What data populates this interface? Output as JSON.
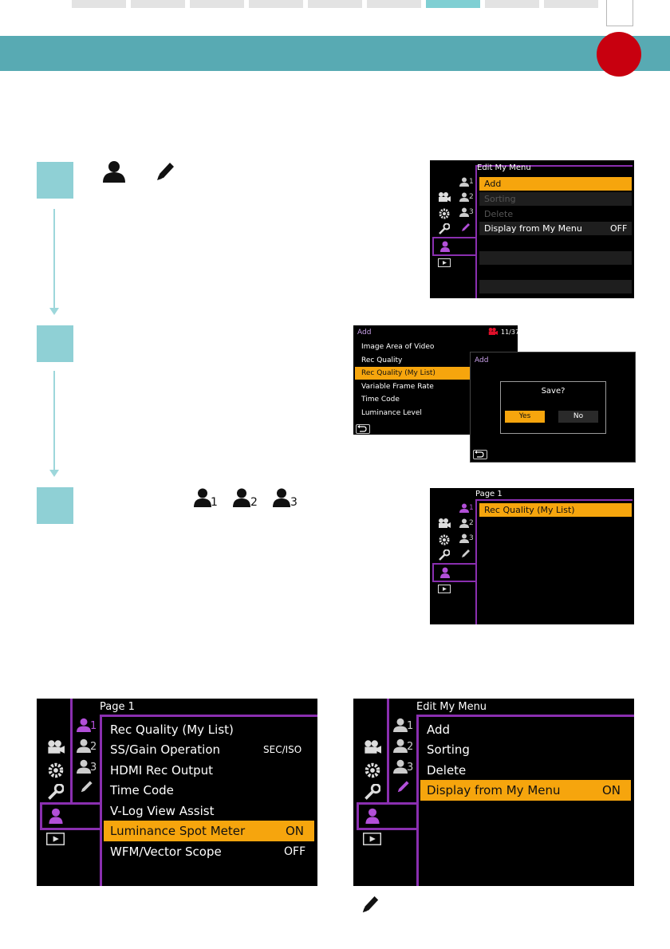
{
  "page": {
    "nav_tabs": 9,
    "active_tab_index": 6
  },
  "step1": {
    "screen": {
      "header": "Edit My Menu",
      "items": [
        {
          "label": "Add",
          "value": "",
          "state": "highlighted"
        },
        {
          "label": "Sorting",
          "value": "",
          "state": "disabled"
        },
        {
          "label": "Delete",
          "value": "",
          "state": "disabled"
        },
        {
          "label": "Display from My Menu",
          "value": "OFF",
          "state": "normal"
        }
      ],
      "sub_tabs": [
        "1",
        "2",
        "3"
      ]
    }
  },
  "step2": {
    "screen_a": {
      "header": "Add",
      "counter": "11/37",
      "items": [
        {
          "label": "Image Area of Video",
          "state": "normal"
        },
        {
          "label": "Rec Quality",
          "state": "normal"
        },
        {
          "label": "Rec Quality (My List)",
          "state": "highlighted"
        },
        {
          "label": "Variable Frame Rate",
          "state": "normal"
        },
        {
          "label": "Time Code",
          "state": "normal"
        },
        {
          "label": "Luminance Level",
          "state": "normal"
        }
      ]
    },
    "screen_b": {
      "header": "Add",
      "question": "Save?",
      "yes_label": "Yes",
      "no_label": "No"
    }
  },
  "step3": {
    "subscripts": [
      "1",
      "2",
      "3"
    ],
    "screen": {
      "header": "Page 1",
      "items": [
        {
          "label": "Rec Quality (My List)",
          "state": "highlighted"
        }
      ]
    }
  },
  "example_left": {
    "header": "Page 1",
    "sub_tabs": [
      "1",
      "2",
      "3"
    ],
    "items": [
      {
        "label": "Rec Quality (My List)",
        "value": ""
      },
      {
        "label": "SS/Gain Operation",
        "value": "SEC/ISO"
      },
      {
        "label": "HDMI Rec Output",
        "value": ""
      },
      {
        "label": "Time Code",
        "value": ""
      },
      {
        "label": "V-Log View Assist",
        "value": ""
      },
      {
        "label": "Luminance Spot Meter",
        "value": "ON"
      },
      {
        "label": "WFM/Vector Scope",
        "value": "OFF"
      }
    ],
    "highlight_index": 5
  },
  "example_right": {
    "header": "Edit My Menu",
    "sub_tabs": [
      "1",
      "2",
      "3"
    ],
    "items": [
      {
        "label": "Add",
        "value": ""
      },
      {
        "label": "Sorting",
        "value": ""
      },
      {
        "label": "Delete",
        "value": ""
      },
      {
        "label": "Display from My Menu",
        "value": "ON"
      }
    ],
    "highlight_index": 3
  },
  "icons": {
    "my_menu": "person-icon",
    "edit": "pencil-icon",
    "movie": "movie-camera-icon",
    "settings": "gear-icon",
    "custom": "wrench-icon",
    "playback": "playback-icon",
    "back": "back-arrow-icon"
  },
  "colors": {
    "accent_teal": "#58aab3",
    "highlight": "#f6a50d",
    "menu_purple": "#8a2fb0",
    "record_red": "#c8000f"
  }
}
